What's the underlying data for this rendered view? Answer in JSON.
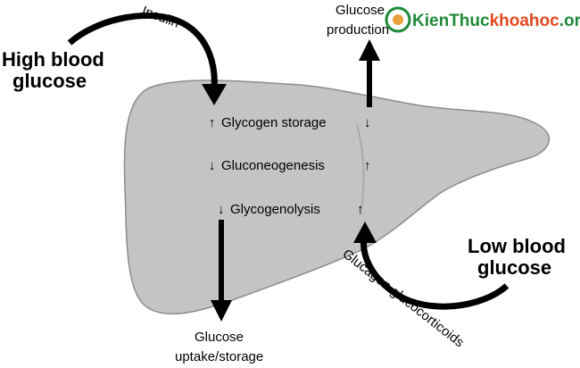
{
  "title_left": {
    "line1": "High blood",
    "line2": "glucose"
  },
  "title_right": {
    "line1": "Low blood",
    "line2": "glucose"
  },
  "hormone_top": "Insulin",
  "hormone_bottom": "Glucagon glucocorticoids",
  "top_output": {
    "line1": "Glucose",
    "line2": "production"
  },
  "bottom_output": {
    "line1": "Glucose",
    "line2": "uptake/storage"
  },
  "processes": [
    {
      "label": "Glycogen storage",
      "insulin": "up",
      "glucagon": "down"
    },
    {
      "label": "Gluconeogenesis",
      "insulin": "down",
      "glucagon": "up"
    },
    {
      "label": "Glycogenolysis",
      "insulin": "down",
      "glucagon": "up"
    }
  ],
  "watermark": {
    "text": "KienThuc",
    "brand_suffix": "khoahoc",
    "domain": ".org"
  },
  "colors": {
    "liver_fill": "#c4c4c4",
    "liver_stroke": "#8c8c8c",
    "arrow": "#000000",
    "watermark_green": "#1f8a3a"
  }
}
